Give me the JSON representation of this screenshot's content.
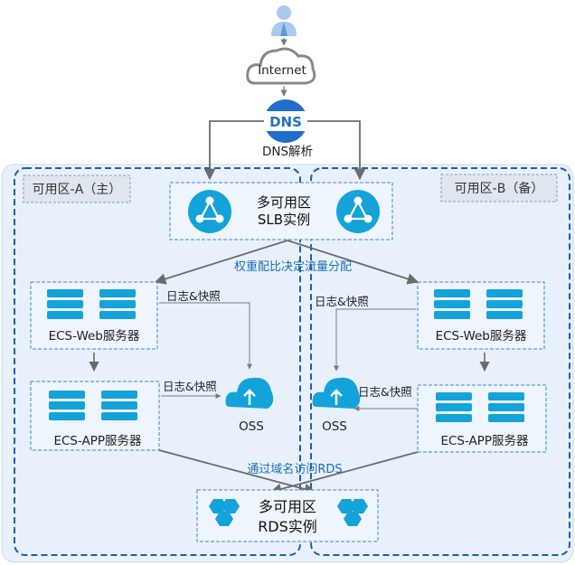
{
  "zones": {
    "a_label": "可用区-A（主）",
    "b_label": "可用区-B（备）"
  },
  "nodes": {
    "internet": "Internet",
    "dns_badge": "DNS",
    "dns_resolve": "DNS解析",
    "slb_line1": "多可用区",
    "slb_line2": "SLB实例",
    "ecs_web": "ECS-Web服务器",
    "ecs_app": "ECS-APP服务器",
    "oss": "OSS",
    "rds_line1": "多可用区",
    "rds_line2": "RDS实例"
  },
  "edges": {
    "weight_distribution": "权重配比决定流量分配",
    "log_snapshot": "日志&快照",
    "domain_access_rds": "通过域名访问RDS"
  },
  "colors": {
    "accent_blue": "#13a3d9",
    "frame_blue": "#1f5ea8",
    "label_blue": "#1a6fb5",
    "region_bg": "#e8f1fb"
  }
}
